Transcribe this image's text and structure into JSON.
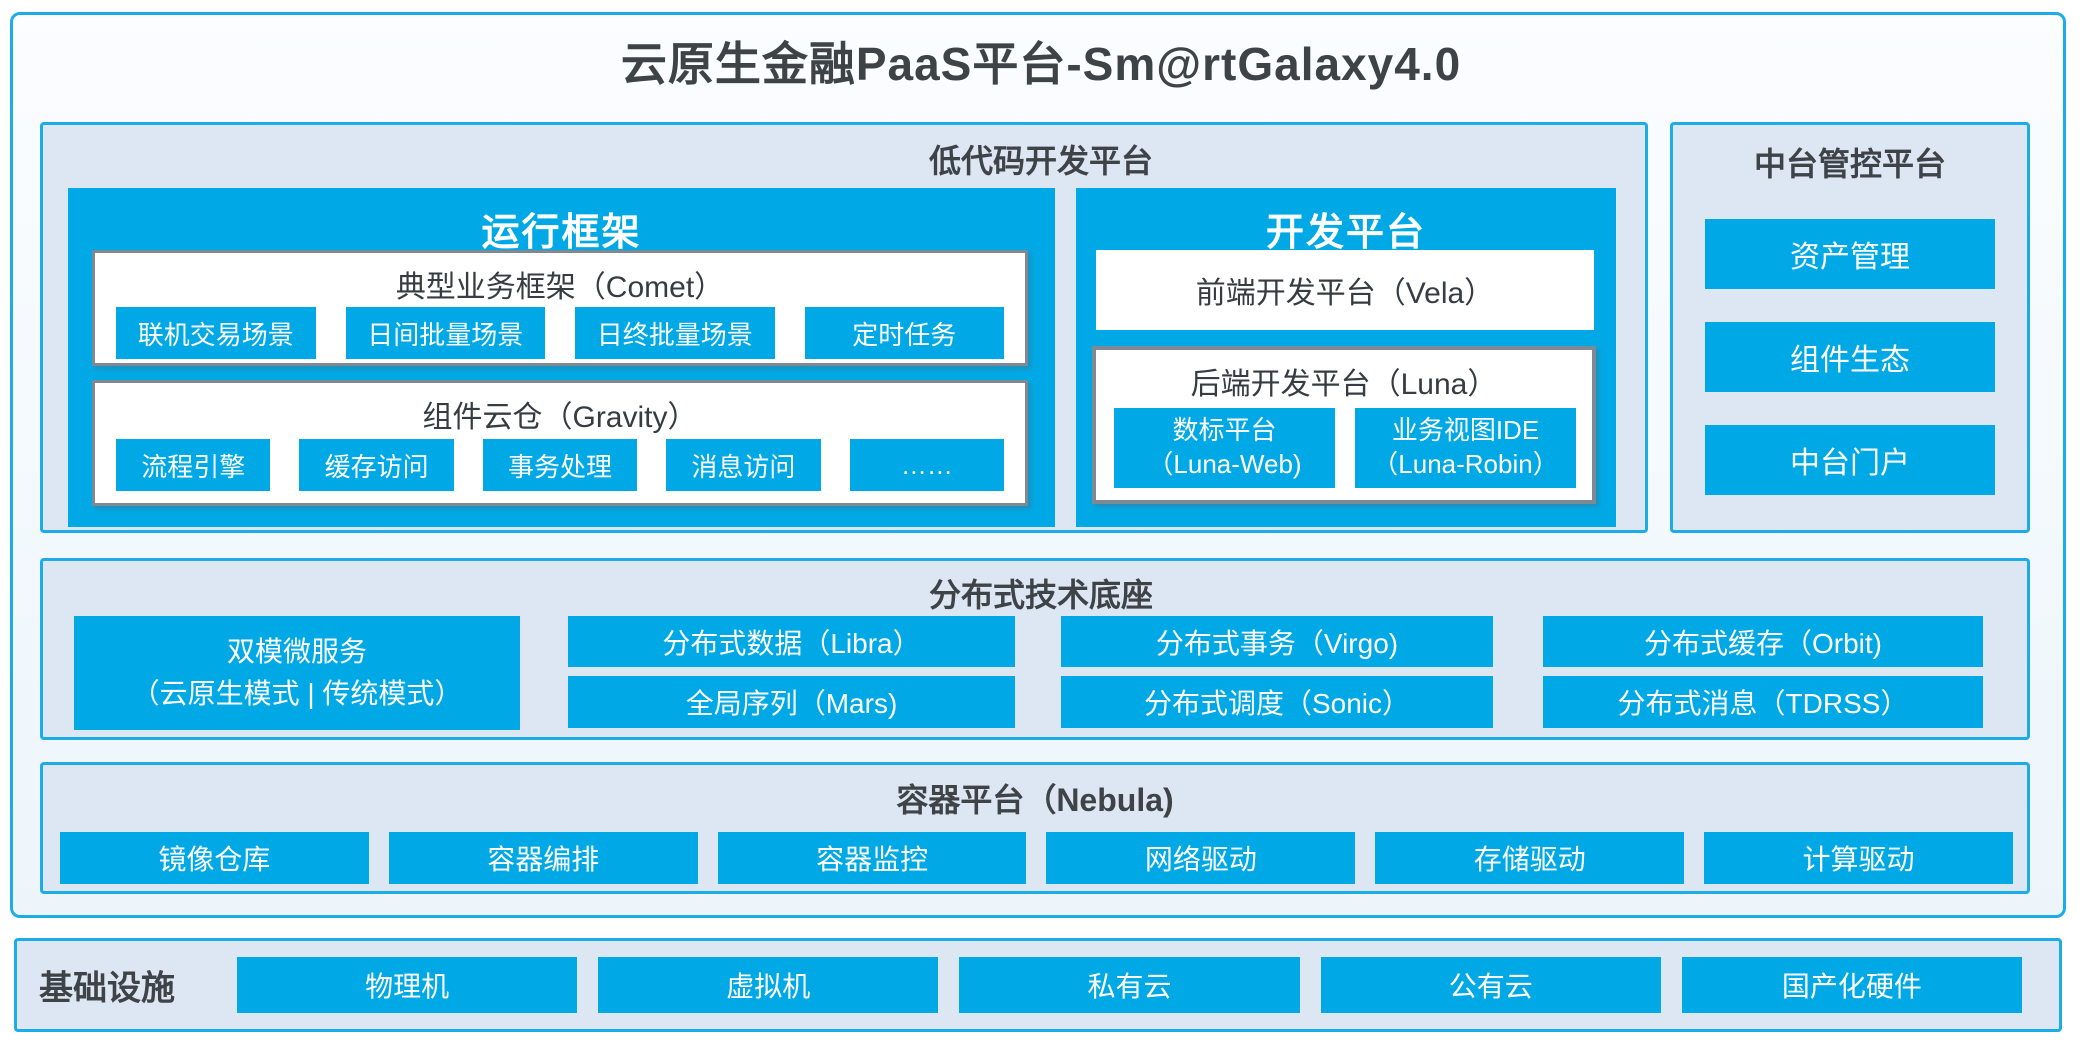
{
  "title": "云原生金融PaaS平台-Sm@rtGalaxy4.0",
  "colors": {
    "accent_blue": "#00A9E5",
    "border_cyan": "#1CACE8",
    "panel_bg": "#DDE7F3",
    "grey_border": "#7D8995",
    "dark_text": "#3E4347"
  },
  "lowcode": {
    "label": "低代码开发平台",
    "runtime": {
      "title": "运行框架",
      "comet": {
        "title": "典型业务框架（Comet）",
        "items": [
          "联机交易场景",
          "日间批量场景",
          "日终批量场景",
          "定时任务"
        ]
      },
      "gravity": {
        "title": "组件云仓（Gravity）",
        "items": [
          "流程引擎",
          "缓存访问",
          "事务处理",
          "消息访问",
          "……"
        ]
      }
    },
    "dev": {
      "title": "开发平台",
      "frontend": "前端开发平台（Vela）",
      "backend": {
        "title": "后端开发平台（Luna）",
        "items": [
          {
            "line1": "数标平台",
            "line2": "（Luna-Web)"
          },
          {
            "line1": "业务视图IDE",
            "line2": "（Luna-Robin）"
          }
        ]
      }
    }
  },
  "midplatform": {
    "label": "中台管控平台",
    "items": [
      "资产管理",
      "组件生态",
      "中台门户"
    ]
  },
  "distributed": {
    "label": "分布式技术底座",
    "dual_mode": {
      "line1": "双模微服务",
      "line2": "（云原生模式 | 传统模式）"
    },
    "items": [
      "分布式数据（Libra）",
      "全局序列（Mars)",
      "分布式事务（Virgo)",
      "分布式调度（Sonic）",
      "分布式缓存（Orbit)",
      "分布式消息（TDRSS）"
    ]
  },
  "container_platform": {
    "label": "容器平台（Nebula)",
    "items": [
      "镜像仓库",
      "容器编排",
      "容器监控",
      "网络驱动",
      "存储驱动",
      "计算驱动"
    ]
  },
  "infrastructure": {
    "label": "基础设施",
    "items": [
      "物理机",
      "虚拟机",
      "私有云",
      "公有云",
      "国产化硬件"
    ]
  }
}
